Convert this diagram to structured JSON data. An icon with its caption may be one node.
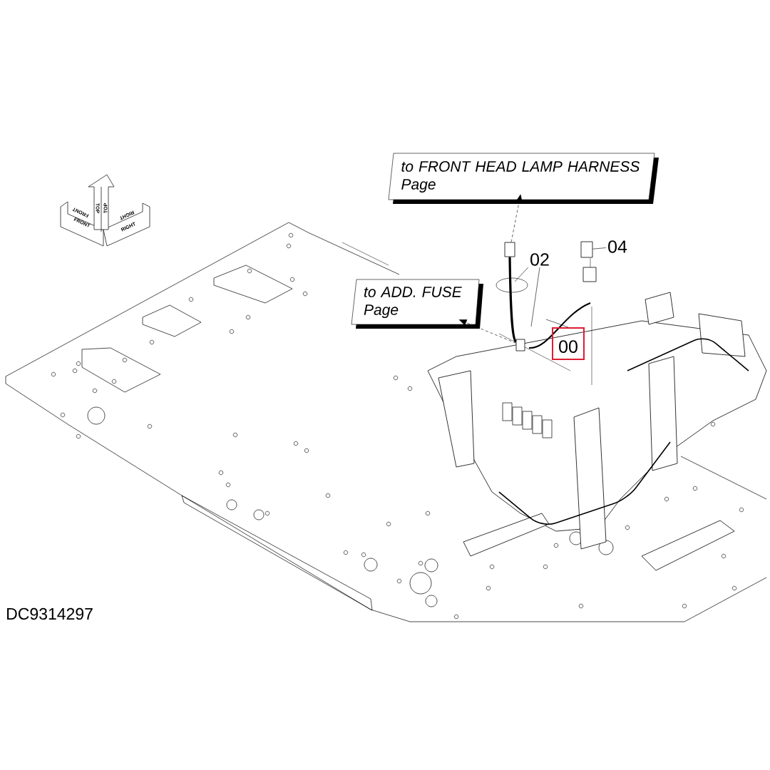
{
  "diagram": {
    "nodes": [
      {
        "text": [
          "to FRONT HEAD LAMP HARNESS Page"
        ]
      },
      {
        "text": [
          "to ADD. FUSE Page"
        ]
      },
      {
        "text": [],
        "shape": "box"
      },
      {
        "text": [],
        "shape": "box"
      },
      {
        "text": [
          "02"
        ]
      },
      {
        "text": [
          "00"
        ]
      },
      {
        "text": [
          "04"
        ]
      },
      {
        "text": [],
        "shape": "box"
      }
    ],
    "edges": [
      {
        "from": 2,
        "to": 0,
        "arrow": "to",
        "style": "dashed"
      },
      {
        "from": 3,
        "to": 1,
        "arrow": "to",
        "style": "dashed"
      },
      {
        "from": 4,
        "to": null,
        "arrow": "none"
      },
      {
        "from": 4,
        "to": null,
        "arrow": "none"
      },
      {
        "from": 5,
        "to": null,
        "arrow": "none"
      },
      {
        "from": 6,
        "to": 7,
        "arrow": "none"
      },
      {
        "from": 2,
        "to": 3,
        "arrow": "none",
        "style": "thick"
      }
    ],
    "labels": [
      "FRONT",
      "FRONT",
      "TOP",
      "TOP",
      "RIGHT",
      "RIGHT",
      "DC9314297"
    ]
  }
}
